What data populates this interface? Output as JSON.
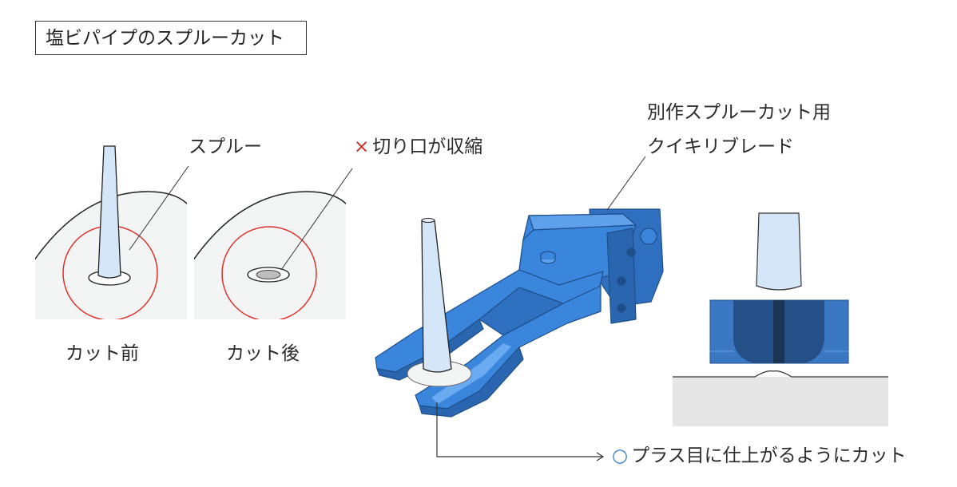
{
  "title": "塩ビパイプのスプルーカット",
  "labels": {
    "sprue": "スプルー",
    "before": "カット前",
    "after": "カット後",
    "shrink_mark": "×",
    "shrink": "切り口が収縮",
    "blade_line1": "別作スプルーカット用",
    "blade_line2": "クイキリブレード",
    "good_mark": "○",
    "good": "プラス目に仕上がるようにカット"
  },
  "colors": {
    "blade_blue": "#3a86dc",
    "blade_shade": "#2a66b0",
    "blade_dark": "#1f4f8a",
    "circle_red": "#e0302a",
    "pipe_blue": "#d4e6f7",
    "surface": "#f2f4f4",
    "ground": "#e6e6e6"
  }
}
